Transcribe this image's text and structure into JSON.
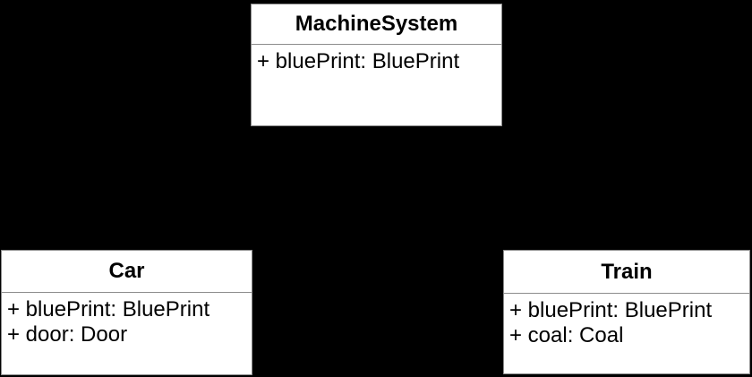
{
  "diagram": {
    "type": "uml-class-diagram",
    "colors": {
      "background": "#000000",
      "node_fill": "#ffffff",
      "node_border": "#8c8c8c",
      "text": "#000000"
    },
    "classes": [
      {
        "name": "MachineSystem",
        "attributes": [
          "+ bluePrint: BluePrint"
        ]
      },
      {
        "name": "Car",
        "attributes": [
          "+ bluePrint: BluePrint",
          "+ door: Door"
        ]
      },
      {
        "name": "Train",
        "attributes": [
          "+ bluePrint: BluePrint",
          "+ coal: Coal"
        ]
      }
    ]
  }
}
